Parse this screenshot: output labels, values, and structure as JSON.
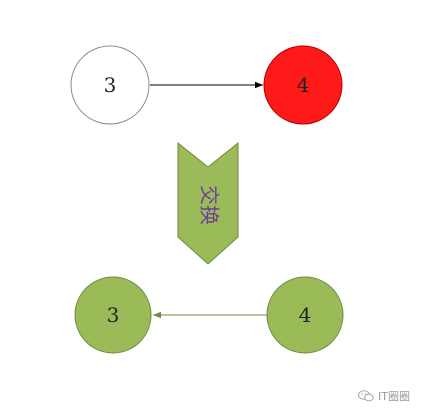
{
  "colors": {
    "white_node_fill": "#ffffff",
    "white_node_stroke": "#8c8c8c",
    "red_node_fill": "#ff1a1a",
    "red_node_stroke": "#b30000",
    "green_fill": "#9bbb59",
    "green_stroke": "#71893f",
    "chevron_text": "#6b3e99",
    "arrow_black": "#000000",
    "arrow_green": "#71893f",
    "node_text": "#222222"
  },
  "top_row": {
    "left_node": {
      "label": "3"
    },
    "right_node": {
      "label": "4"
    }
  },
  "swap_banner": {
    "label": "交换",
    "icon": "chevron-down-banner"
  },
  "bottom_row": {
    "left_node": {
      "label": "3"
    },
    "right_node": {
      "label": "4"
    }
  },
  "watermark": {
    "icon": "wechat-icon",
    "text": "IT圈圈"
  }
}
